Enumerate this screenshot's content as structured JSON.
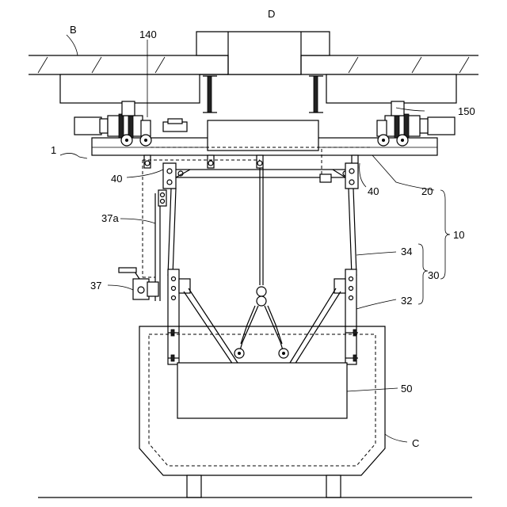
{
  "labels": {
    "B": "B",
    "D": "D",
    "l140": "140",
    "l150": "150",
    "l1": "1",
    "l40a": "40",
    "l40b": "40",
    "l20": "20",
    "l10": "10",
    "l37a": "37a",
    "l34": "34",
    "l30": "30",
    "l37": "37",
    "l32": "32",
    "l50": "50",
    "C": "C"
  }
}
